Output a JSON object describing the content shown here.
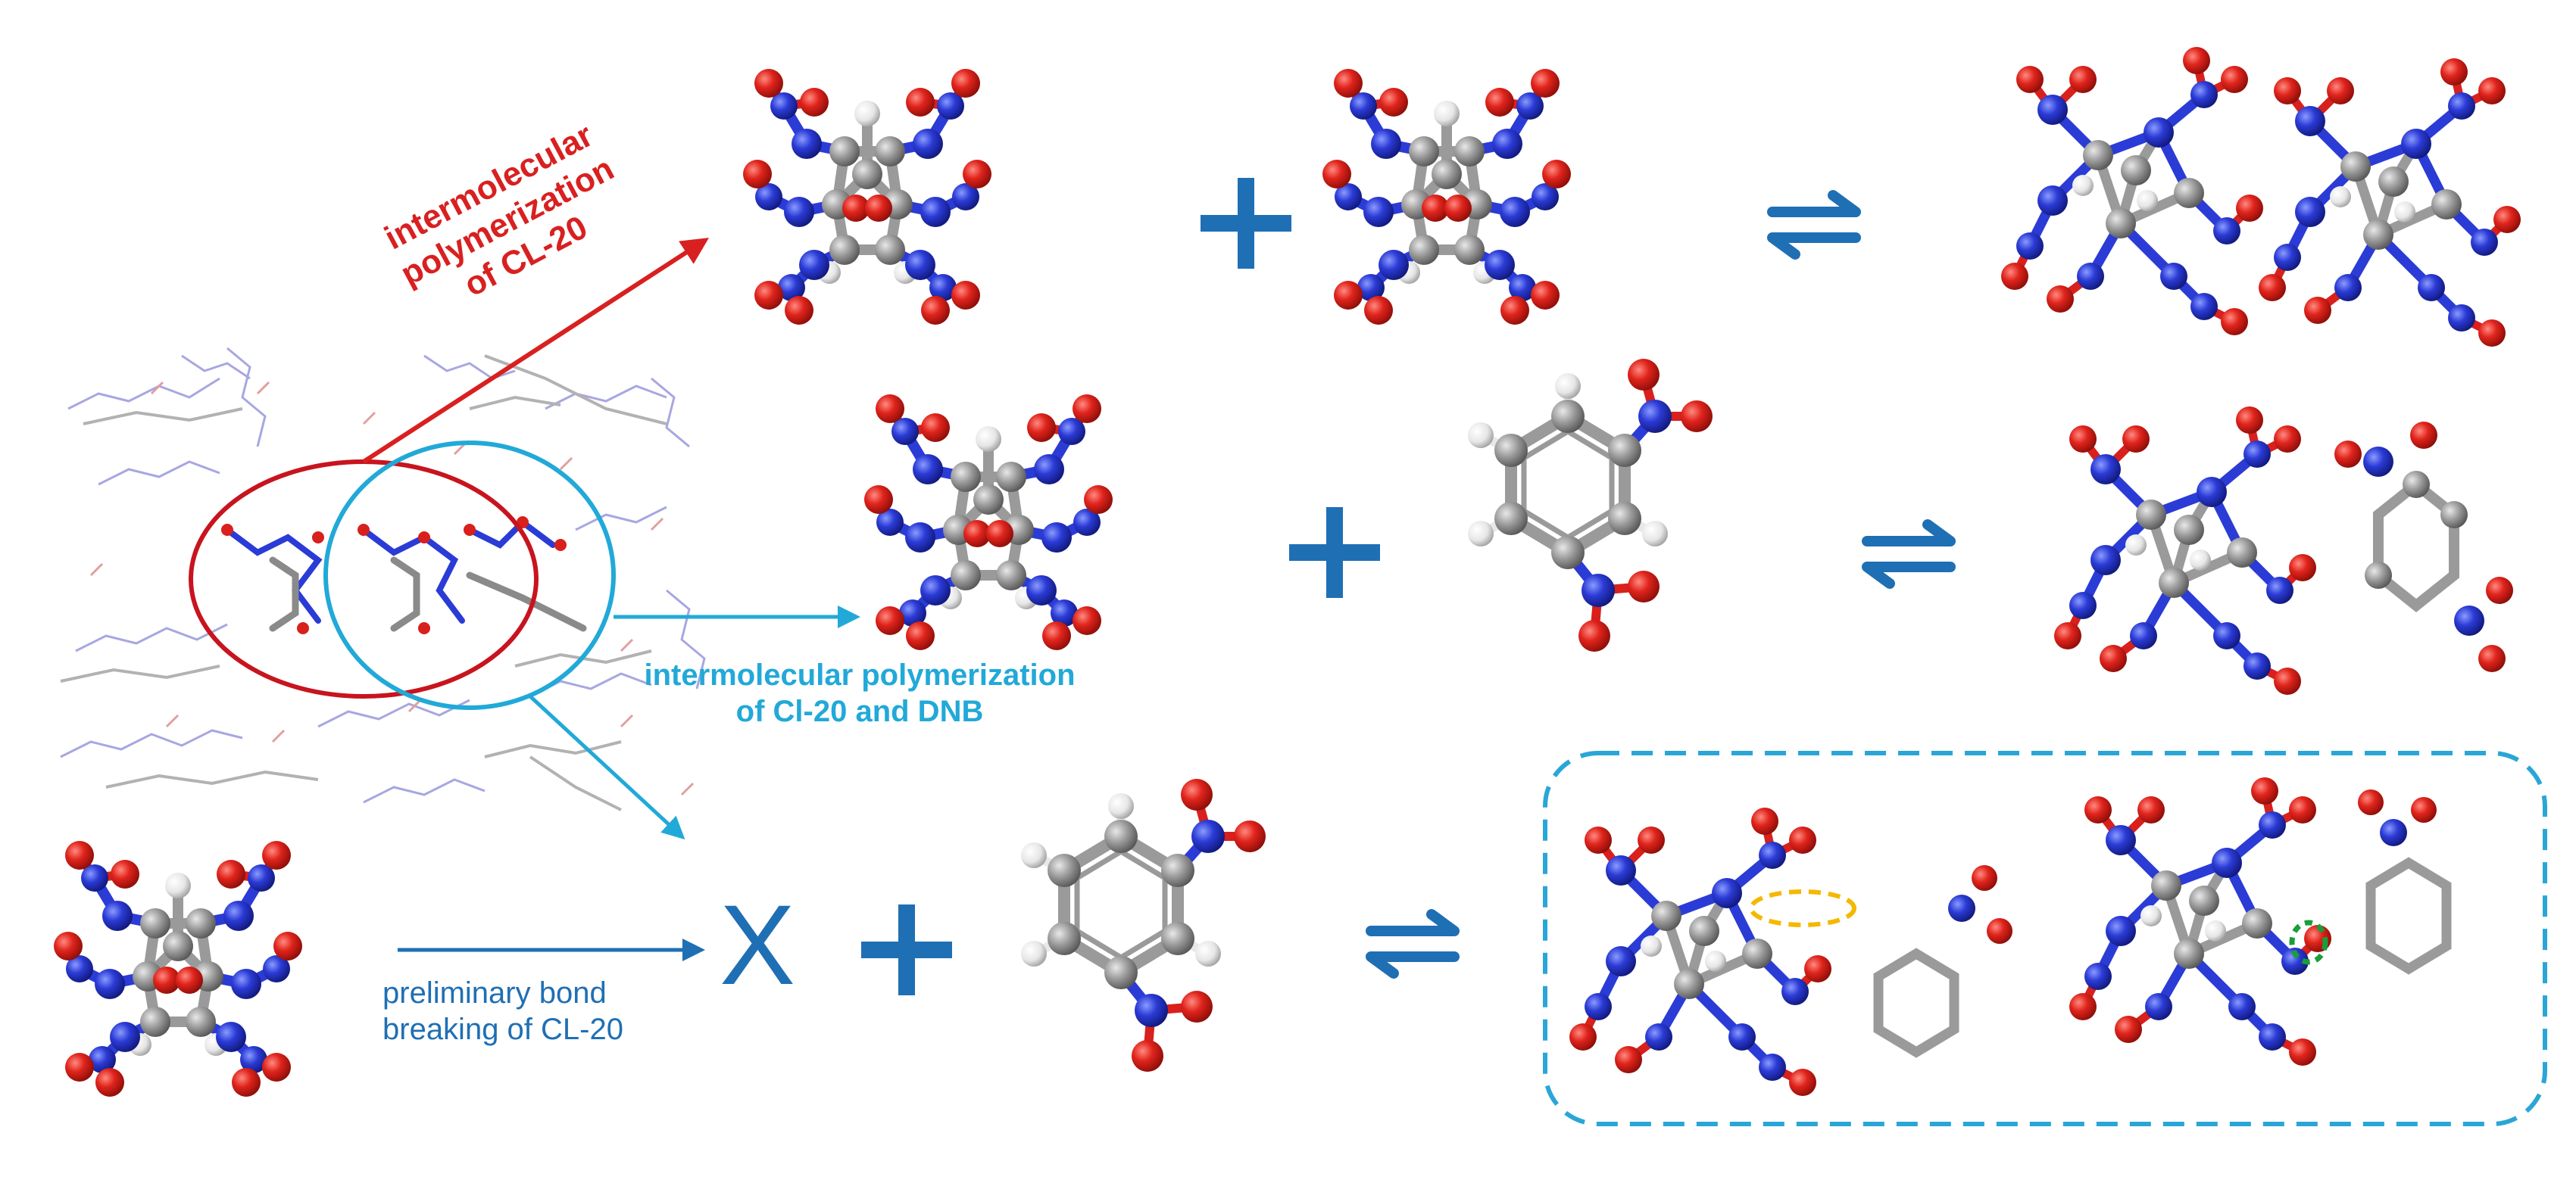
{
  "labels": {
    "intermolecular_cl20": [
      "intermolecular",
      "polymerization",
      "of CL-20"
    ],
    "intermolecular_cl20_dnb": [
      "intermolecular polymerization",
      "of Cl-20 and DNB"
    ],
    "preliminary": [
      "preliminary bond",
      "breaking of CL-20"
    ],
    "x_symbol": "X"
  },
  "colors": {
    "red_arrow": "#d92020",
    "cyan_arrow": "#21a9d8",
    "blue": "#1f6fb4",
    "carbon": "#9a9a9a",
    "nitrogen": "#2b3bd6",
    "oxygen": "#d8201c",
    "hydrogen": "#f0f0f0",
    "dashed_box": "#2aa6d6",
    "highlight_yellow": "#f5b800",
    "highlight_green": "#1a9e3a"
  }
}
